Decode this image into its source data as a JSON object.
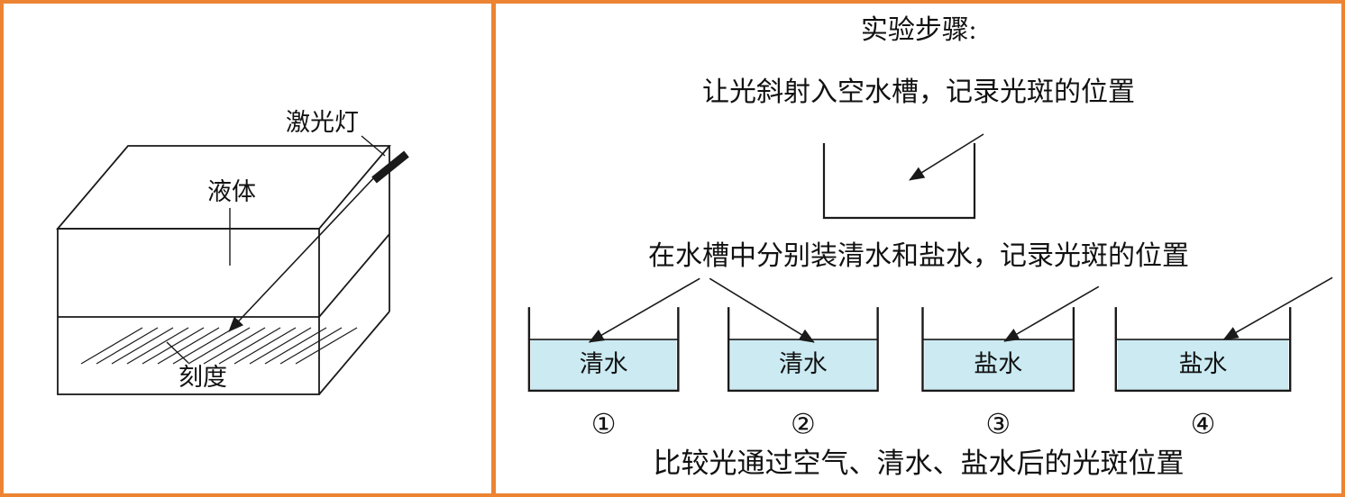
{
  "colors": {
    "border-orange": "#EC8433",
    "water-blue": "#CBEAF2"
  },
  "left_panel": {
    "laser_label": "激光灯",
    "liquid_label": "液体",
    "scale_label": "刻度"
  },
  "right_panel": {
    "title": "实验步骤:",
    "step1": "让光斜射入空水槽，记录光斑的位置",
    "step2": "在水槽中分别装清水和盐水，记录光斑的位置",
    "tanks": [
      {
        "water": "清水",
        "number": "①"
      },
      {
        "water": "清水",
        "number": "②"
      },
      {
        "water": "盐水",
        "number": "③"
      },
      {
        "water": "盐水",
        "number": "④"
      }
    ],
    "conclusion": "比较光通过空气、清水、盐水后的光斑位置"
  }
}
